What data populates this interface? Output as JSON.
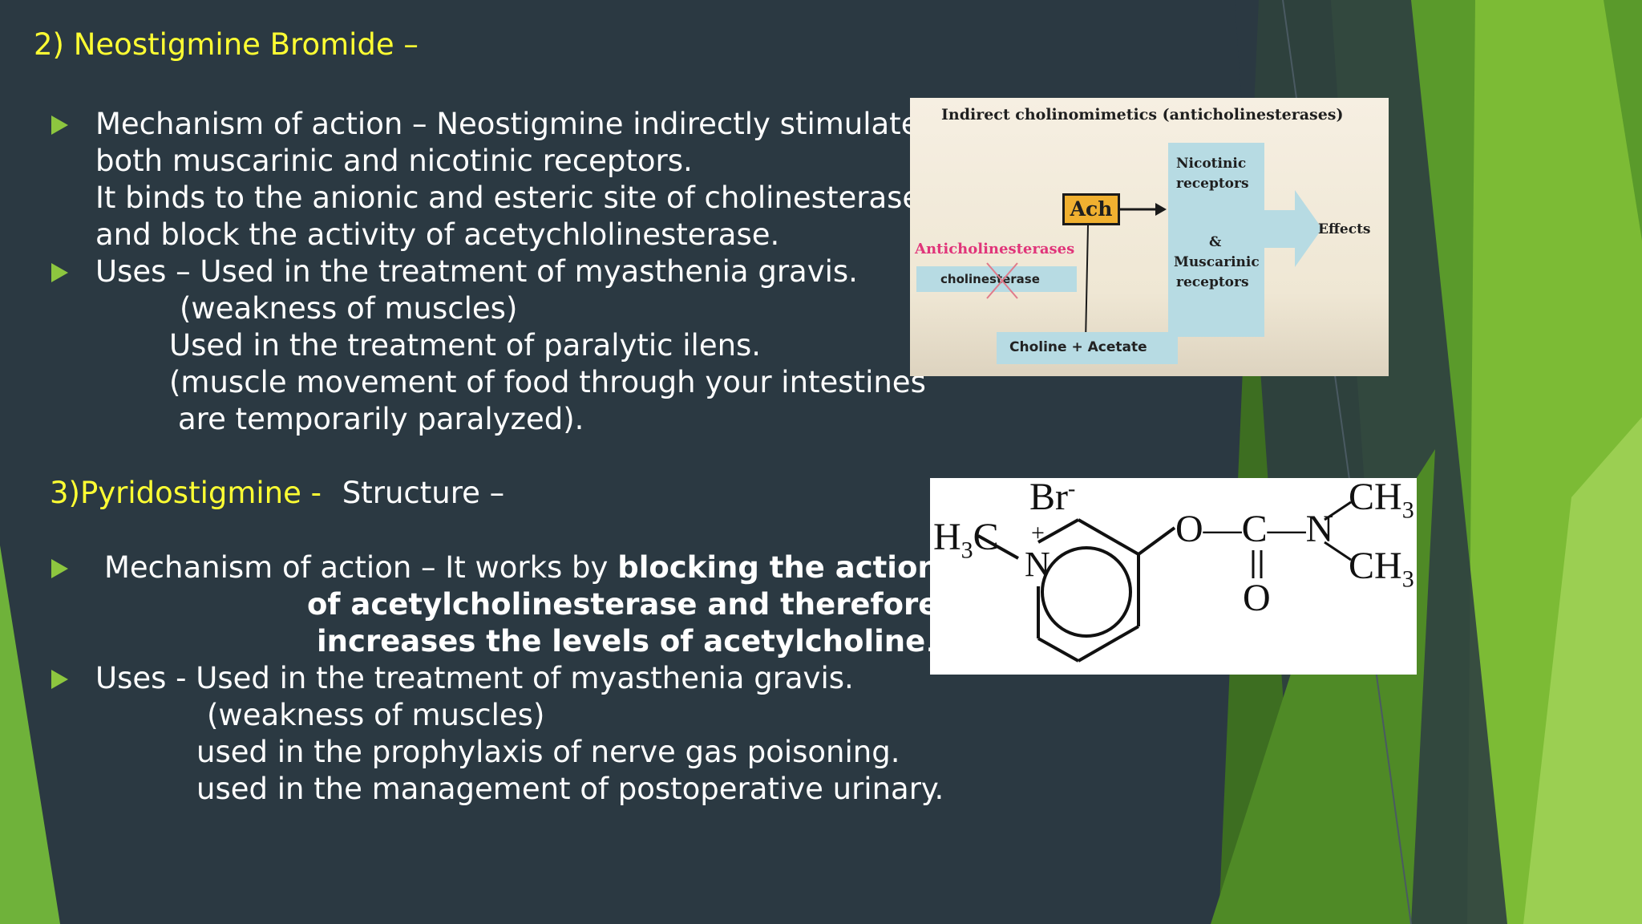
{
  "slide": {
    "heading": "2) Neostigmine Bromide –",
    "neo": {
      "moa_line1": "Mechanism of action – Neostigmine indirectly stimulates",
      "moa_line2": "both muscarinic and nicotinic receptors.",
      "moa_line3": "It binds to the anionic and esteric site of cholinesterase",
      "moa_line4": "and block the activity of acetychlolinesterase.",
      "uses_line1": "Uses – Used in the treatment of myasthenia gravis.",
      "uses_line2": "(weakness of muscles)",
      "uses_line3": "Used in the treatment of paralytic ilens.",
      "uses_line4": "(muscle movement of food through your intestines",
      "uses_line5": "are temporarily paralyzed)."
    },
    "pyrido": {
      "heading": "3)Pyridostigmine -",
      "structure_label": "Structure –",
      "moa_prefix": "Mechanism of action –  It works by ",
      "moa_bold1": "blocking the action",
      "moa_bold2": "of acetylcholinesterase and therefore",
      "moa_bold3": "increases the levels of acetylcholine",
      "moa_end": ".",
      "uses_line1": "Uses -   Used in the treatment of myasthenia gravis.",
      "uses_line2": "(weakness of muscles)",
      "uses_line3": "used in the prophylaxis of nerve gas poisoning.",
      "uses_line4": "used in the management of postoperative urinary."
    }
  },
  "diagram": {
    "title": "Indirect cholinomimetics (anticholinesterases)",
    "ach": "Ach",
    "nicotinic1": "Nicotinic",
    "nicotinic2": "receptors",
    "amp": "&",
    "muscarinic1": "Muscarinic",
    "muscarinic2": "receptors",
    "effects": "Effects",
    "anti": "Anticholinesterases",
    "cholinesterase": "cholinesterase",
    "choline": "Choline + Acetate"
  },
  "structure": {
    "br": "Br",
    "br_charge": "-",
    "h3c": "H",
    "h3c_sub": "3",
    "h3c_c": "C",
    "n_plus": "+",
    "n_ring": "N",
    "o_c_n": "O—C—N",
    "o_double": "O",
    "ch3_top": "CH",
    "ch3_bot": "CH",
    "sub3": "3"
  },
  "colors": {
    "background": "#2b3942",
    "heading_yellow": "#ffff33",
    "bullet_green": "#8dc63f"
  }
}
